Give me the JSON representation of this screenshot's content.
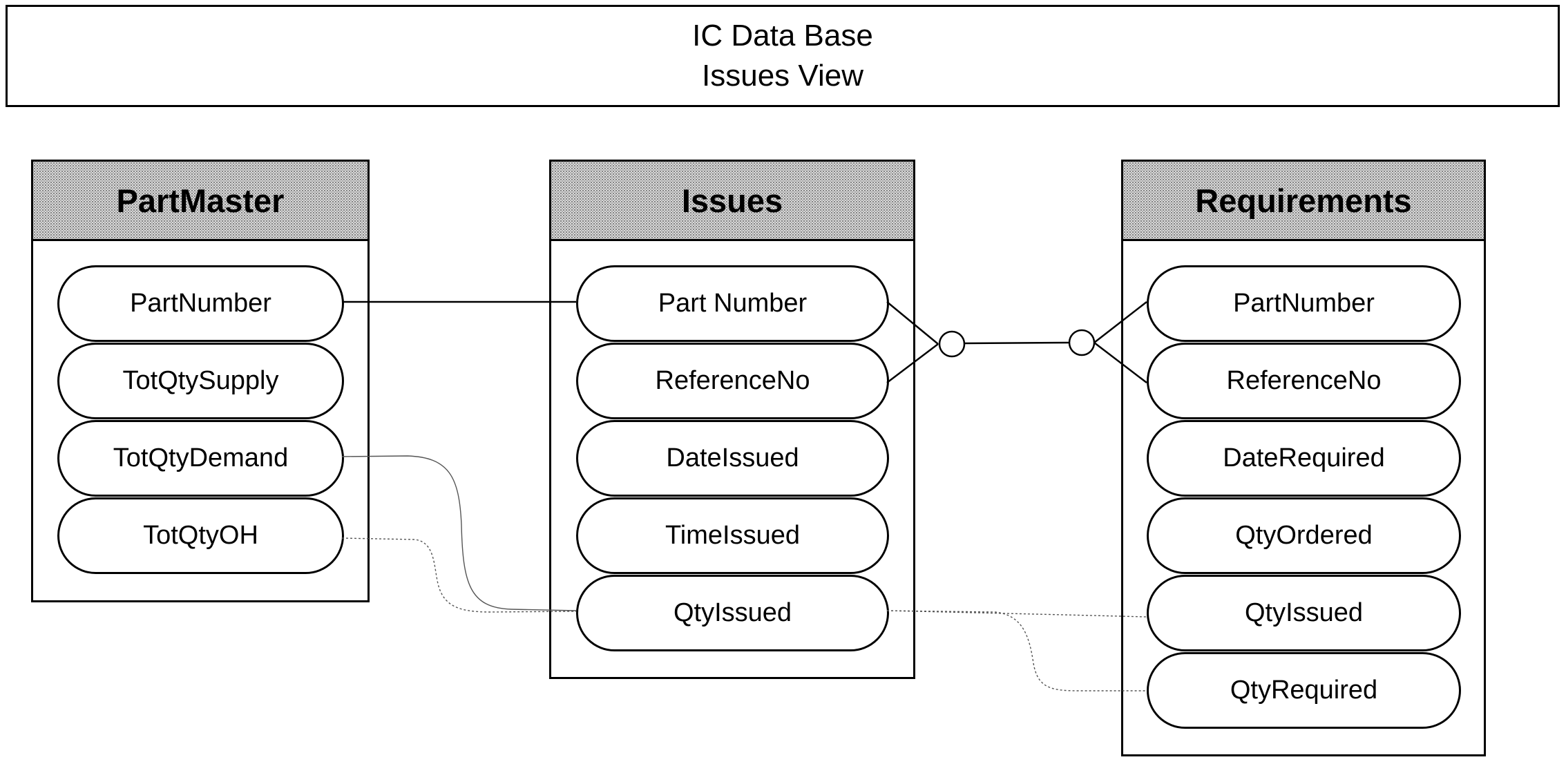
{
  "title": {
    "line1": "IC Data Base",
    "line2": "Issues View"
  },
  "entities": {
    "part_master": {
      "name": "PartMaster",
      "attributes": [
        "PartNumber",
        "TotQtySupply",
        "TotQtyDemand",
        "TotQtyOH"
      ]
    },
    "issues": {
      "name": "Issues",
      "attributes": [
        "Part Number",
        "ReferenceNo",
        "DateIssued",
        "TimeIssued",
        "QtyIssued"
      ]
    },
    "requirements": {
      "name": "Requirements",
      "attributes": [
        "PartNumber",
        "ReferenceNo",
        "DateRequired",
        "QtyOrdered",
        "QtyIssued",
        "QtyRequired"
      ]
    }
  },
  "relationships": [
    {
      "from": "PartMaster.PartNumber",
      "to": "Issues.Part Number",
      "style": "solid"
    },
    {
      "from": "Issues.Part Number+ReferenceNo",
      "to": "Requirements.PartNumber+ReferenceNo",
      "style": "solid",
      "cardinality": "zero-or-many to zero-or-many"
    },
    {
      "from": "PartMaster.TotQtyDemand",
      "to": "Issues.QtyIssued",
      "style": "thin"
    },
    {
      "from": "PartMaster.TotQtyOH",
      "to": "Issues.QtyIssued",
      "style": "dotted"
    },
    {
      "from": "Issues.QtyIssued",
      "to": "Requirements.QtyIssued",
      "style": "dotted"
    },
    {
      "from": "Issues.QtyIssued",
      "to": "Requirements.QtyRequired",
      "style": "dotted"
    }
  ],
  "colors": {
    "line": "#000000",
    "header_fill": "#dcdcdc",
    "background": "#ffffff"
  }
}
